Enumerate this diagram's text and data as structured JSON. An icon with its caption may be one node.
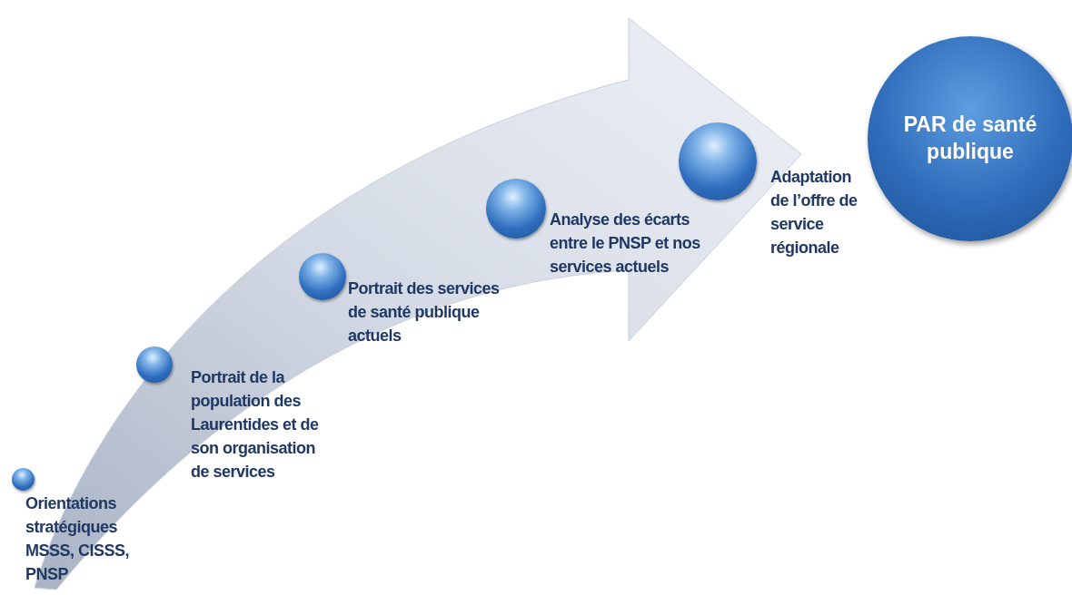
{
  "diagram": {
    "nodes": [
      {
        "text": [],
        "shape": "circle",
        "beside": [
          "Orientations stratégiques MSSS, CISSS, PNSP"
        ]
      },
      {
        "text": [],
        "shape": "circle",
        "beside": [
          "Portrait de la population des Laurentides et de son organisation de services"
        ]
      },
      {
        "text": [],
        "shape": "circle",
        "beside": [
          "Portrait des services de santé publique actuels"
        ]
      },
      {
        "text": [],
        "shape": "circle",
        "beside": [
          "Analyse des écarts entre le PNSP et nos services actuels"
        ]
      },
      {
        "text": [],
        "shape": "circle",
        "beside": [
          "Adaptation de l’offre de service régionale"
        ]
      },
      {
        "text": [
          "PAR de santé publique"
        ]
      }
    ],
    "edges": []
  }
}
